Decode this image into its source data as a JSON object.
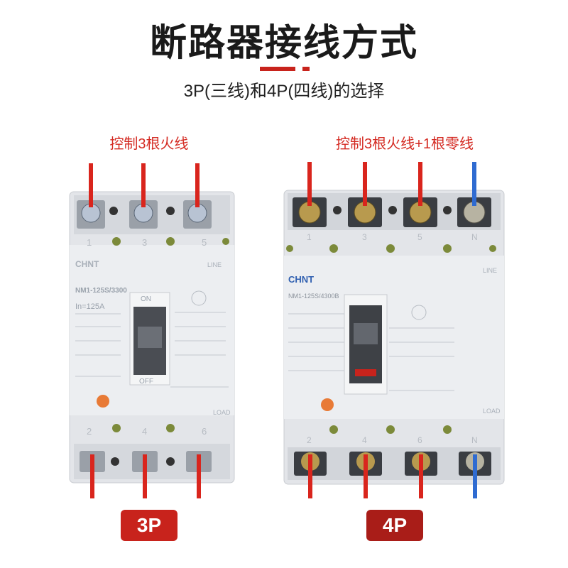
{
  "heading": {
    "title": "断路器接线方式",
    "subtitle": "3P(三线)和4P(四线)的选择"
  },
  "left_breaker": {
    "caption": "控制3根火线",
    "badge": "3P",
    "brand": "CHNT",
    "model": "NM1-125S/3300",
    "rated": "In=125A",
    "on": "ON",
    "off": "OFF",
    "line": "LINE",
    "load": "LOAD",
    "top_terminals": [
      "1",
      "3",
      "5"
    ],
    "bottom_terminals": [
      "2",
      "4",
      "6"
    ],
    "wire_color": "#d9251d"
  },
  "right_breaker": {
    "caption": "控制3根火线+1根零线",
    "badge": "4P",
    "brand": "CHNT",
    "model": "NM1-125S/4300B",
    "line": "LINE",
    "load": "LOAD",
    "top_terminals": [
      "1",
      "3",
      "5",
      "N"
    ],
    "bottom_terminals": [
      "2",
      "4",
      "6",
      "N"
    ],
    "wire_color": "#d9251d",
    "neutral_color": "#2f6bd1"
  },
  "colors": {
    "accent": "#c8231c",
    "breaker_body": "#e4e6ea"
  }
}
